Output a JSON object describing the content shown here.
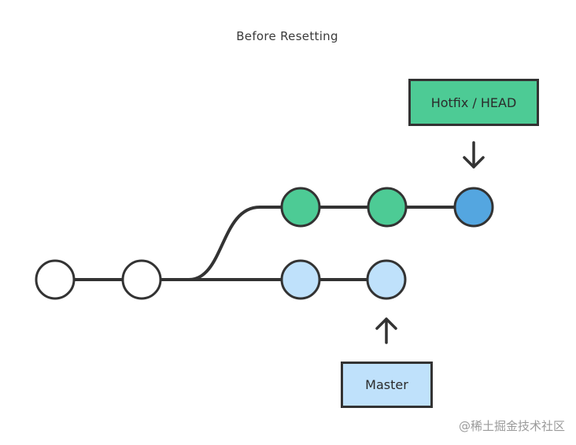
{
  "title": "Before Resetting",
  "labels": {
    "hotfix": "Hotfix / HEAD",
    "master": "Master"
  },
  "watermark": "@稀土掘金技术社区",
  "colors": {
    "stroke": "#333333",
    "commit_plain": "#ffffff",
    "commit_hotfix": "#4dcb95",
    "commit_head": "#54a6e0",
    "commit_master": "#bfe1fb",
    "box_hotfix": "#4dcb95",
    "box_master": "#bfe1fb"
  }
}
